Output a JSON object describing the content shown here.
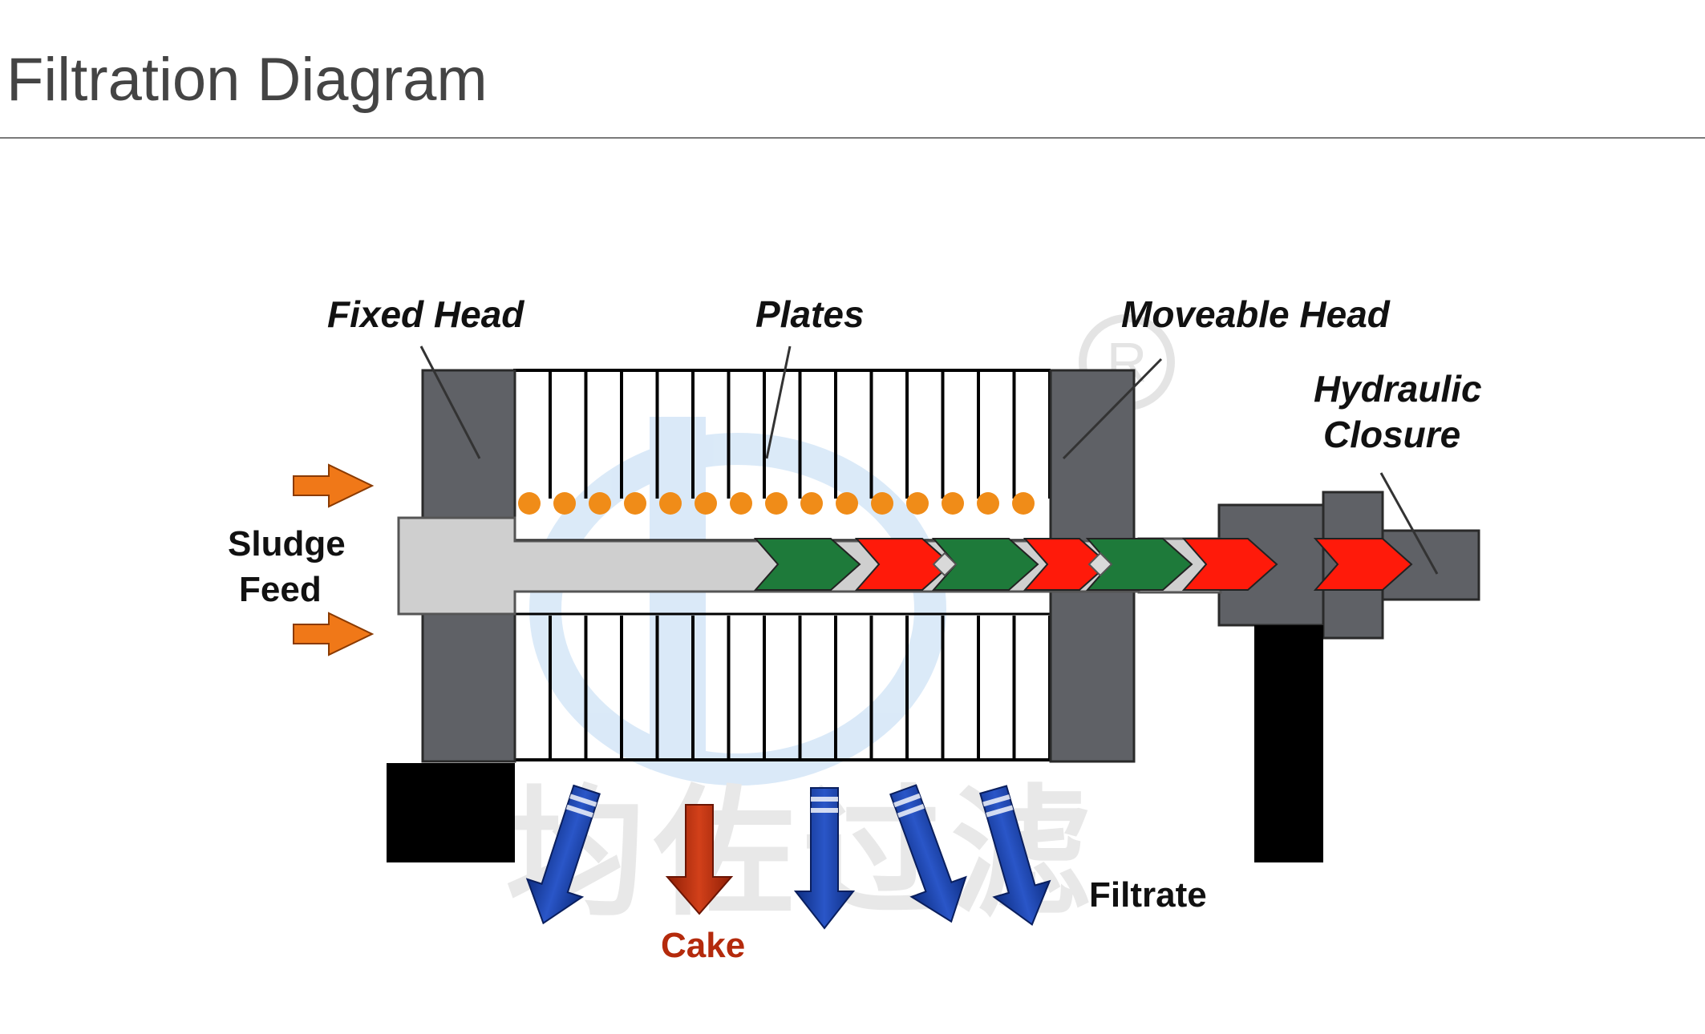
{
  "header": {
    "title": "Filtration Diagram"
  },
  "diagram": {
    "labels": {
      "fixed_head": "Fixed Head",
      "plates": "Plates",
      "moveable_head": "Moveable Head",
      "hydraulic_line1": "Hydraulic",
      "hydraulic_line2": "Closure",
      "sludge_line1": "Sludge",
      "sludge_line2": "Feed",
      "filtrate": "Filtrate",
      "cake": "Cake"
    },
    "watermark_text": "均佐过滤",
    "colors": {
      "head_gray": "#5f6166",
      "rod_gray": "#cfcfcf",
      "feed_arrow": "#f07818",
      "plate_dot": "#f08c18",
      "chevron_green": "#1e7a3a",
      "chevron_red": "#ff1a0a",
      "filtrate_blue": "#1a3fa0",
      "cake_red": "#b42a0c",
      "base_black": "#000000",
      "header_text": "#444444"
    }
  }
}
